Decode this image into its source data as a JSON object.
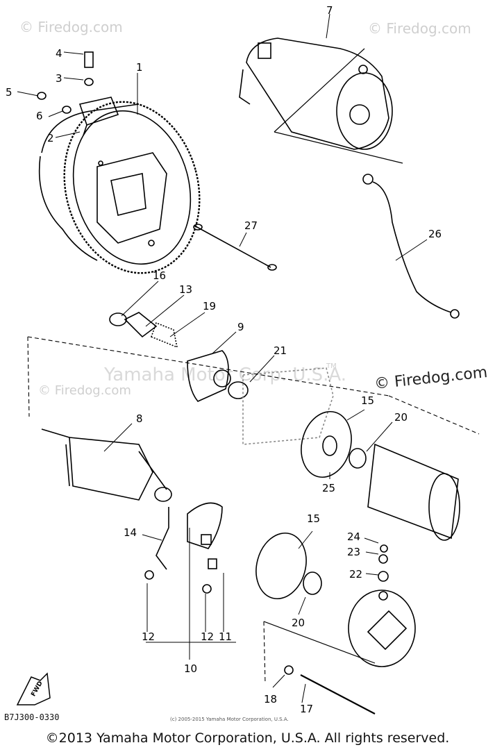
{
  "watermarks": {
    "site": "© Firedog.com",
    "overlay": "Yamaha Motor Corp. U.S.A.",
    "overlay_tm": "TM"
  },
  "callouts": [
    "1",
    "2",
    "3",
    "4",
    "5",
    "6",
    "7",
    "8",
    "9",
    "10",
    "11",
    "12",
    "12",
    "13",
    "14",
    "15",
    "15",
    "16",
    "17",
    "18",
    "19",
    "20",
    "20",
    "21",
    "22",
    "23",
    "24",
    "25",
    "26",
    "27"
  ],
  "arrow_label": "FWD",
  "part_code": "B7J300-0330",
  "small_copyright": "(c) 2005-2015 Yamaha Motor Corporation, U.S.A.",
  "copyright": "©2013 Yamaha Motor Corporation, U.S.A. All rights reserved."
}
